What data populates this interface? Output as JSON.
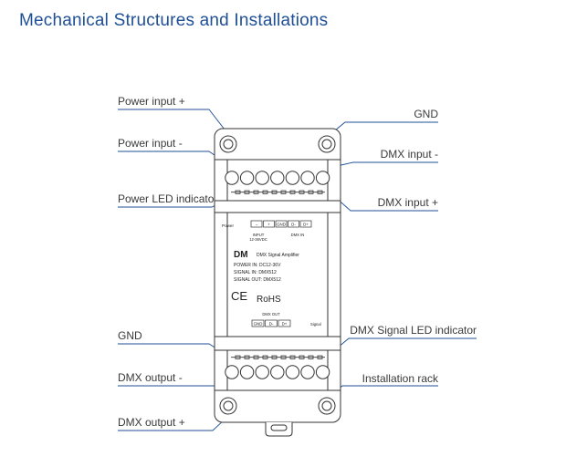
{
  "header": {
    "title": "Mechanical Structures and Installations"
  },
  "callouts": {
    "power_input_plus": "Power input +",
    "power_input_minus": "Power input -",
    "power_led_indicator": "Power LED indicator",
    "gnd_top": "GND",
    "dmx_input_minus": "DMX input -",
    "dmx_input_plus": "DMX input +",
    "gnd_bottom": "GND",
    "dmx_output_minus": "DMX output -",
    "dmx_output_plus": "DMX output +",
    "dmx_signal_led_indicator": "DMX Signal LED indicator",
    "installation_rack": "Installation rack"
  },
  "device": {
    "power_label": "Power",
    "input_terminals": [
      "−",
      "+",
      "GND",
      "D-",
      "D+"
    ],
    "input_label_line1": "INPUT",
    "input_label_line2": "12-36VDC",
    "dmx_in_label": "DMX IN",
    "model": "DM",
    "model_desc": "DMX Signal Amplifier",
    "spec_power": "POWER IN: DC12-36V",
    "spec_signal_in": "SIGNAL IN: DMX512",
    "spec_signal_out": "SIGNAL OUT: DMX512",
    "ce_mark": "CE",
    "rohs": "RoHS",
    "dmx_out_label": "DMX OUT",
    "output_terminals": [
      "GND",
      "D-",
      "D+"
    ],
    "signal_label": "Signal"
  },
  "colors": {
    "title": "#1f4f95",
    "line": "#1f4f95",
    "outline": "#333333"
  }
}
